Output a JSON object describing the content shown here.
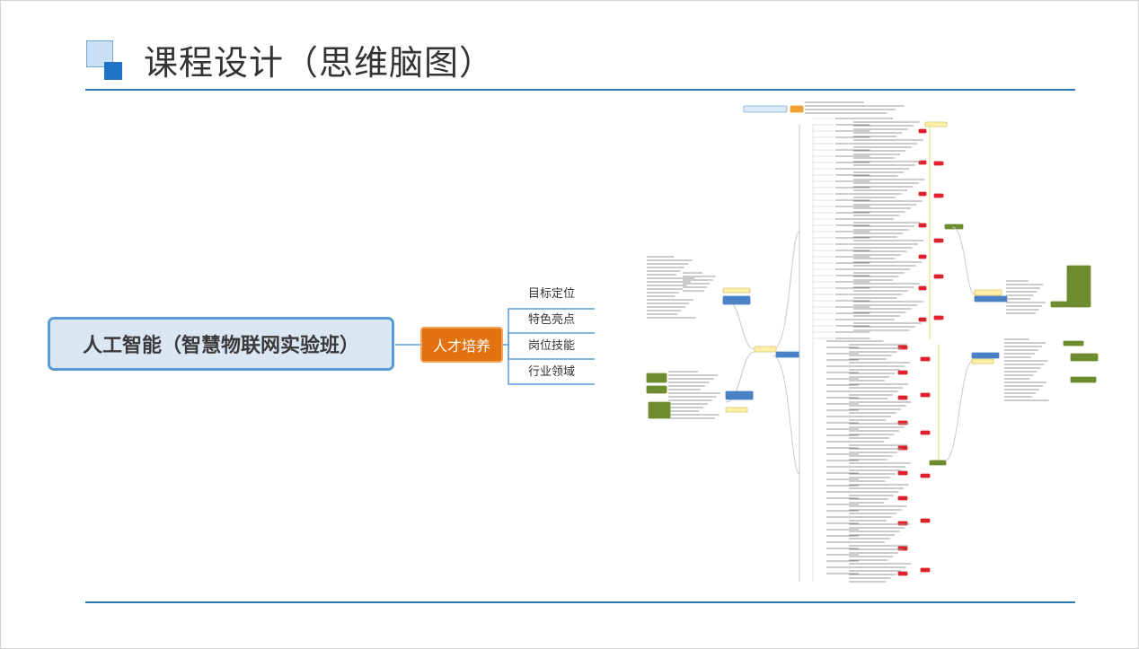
{
  "page": {
    "title": "课程设计（思维脑图）"
  },
  "diagram": {
    "root": "人工智能（智慧物联网实验班）",
    "center": "人才培养",
    "branches": [
      "目标定位",
      "特色亮点",
      "岗位技能",
      "行业领域"
    ]
  },
  "colors": {
    "accent": "#2e75b6",
    "root_fill": "#dbe6f3",
    "root_border": "#5b9bd5",
    "center_fill": "#e2720f",
    "connector": "#5b9bd5",
    "mindmap_green": "#6e8b2e",
    "mindmap_red": "#e0202a",
    "mindmap_yellow": "#fff2a8",
    "mindmap_blue": "#4a80c4"
  },
  "icons": {
    "title_icon": "overlapping-squares-icon"
  }
}
